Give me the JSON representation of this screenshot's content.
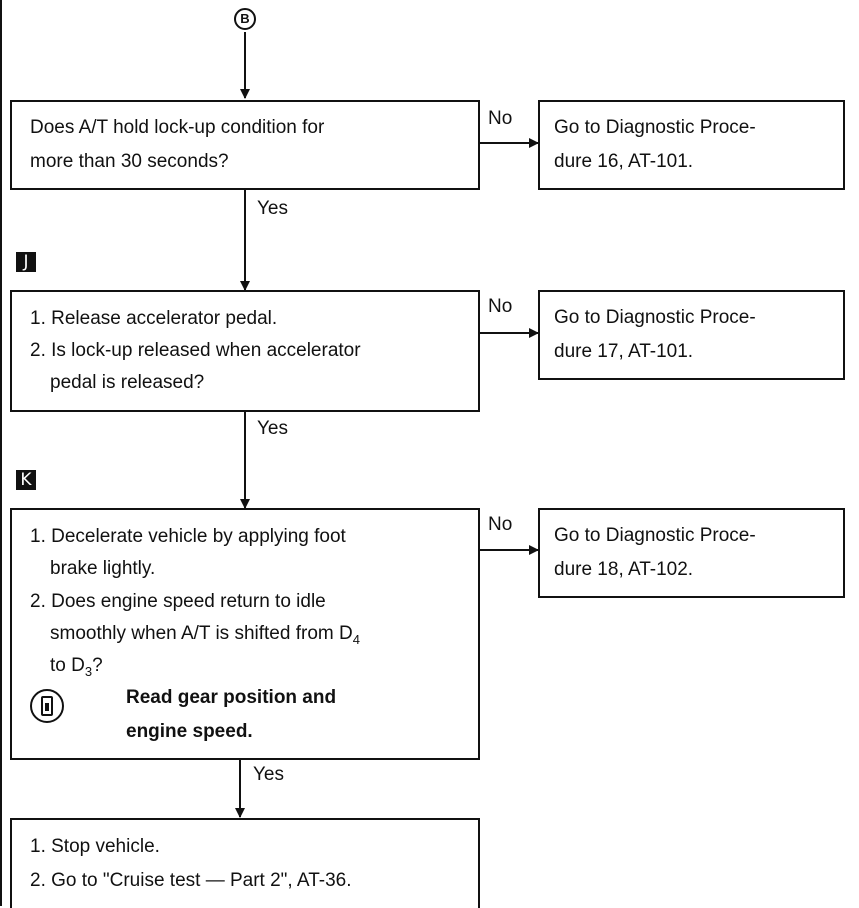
{
  "start_connector": "B",
  "branch_labels": {
    "no": "No",
    "yes": "Yes"
  },
  "steps": [
    {
      "tag": "",
      "question_lines": [
        "Does A/T hold lock-up condition for",
        "more than 30 seconds?"
      ],
      "no_lines": [
        "Go to Diagnostic Proce-",
        "dure 16, AT-101."
      ]
    },
    {
      "tag": "J",
      "question_lines": [
        "1. Release accelerator pedal.",
        "2. Is lock-up released when accelerator",
        "pedal is released?"
      ],
      "no_lines": [
        "Go to Diagnostic Proce-",
        "dure 17, AT-101."
      ]
    },
    {
      "tag": "K",
      "question_lines": [
        "1. Decelerate vehicle by applying foot",
        "brake lightly.",
        "2. Does engine speed return to idle",
        "smoothly when A/T is shifted from D",
        "to D",
        "?"
      ],
      "subscripts": [
        "4",
        "3"
      ],
      "consult_note": [
        "Read gear position and",
        "engine speed."
      ],
      "no_lines": [
        "Go to Diagnostic Proce-",
        "dure 18, AT-102."
      ]
    }
  ],
  "final_box": [
    "1. Stop vehicle.",
    "2. Go to \"Cruise test — Part 2\", AT-36."
  ],
  "icons": {
    "consult": "consult-device-icon",
    "connector": "connector-b-icon"
  }
}
